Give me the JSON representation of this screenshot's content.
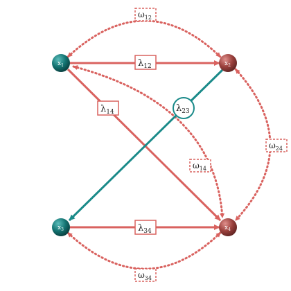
{
  "colors": {
    "red": "#d9625f",
    "teal": "#1a8a89",
    "teal_dark": "#0f5555",
    "maroon": "#a94a46",
    "white": "#ffffff"
  },
  "nodes": {
    "x1": {
      "base": "x",
      "sub": "1"
    },
    "x2": {
      "base": "x",
      "sub": "2"
    },
    "x3": {
      "base": "x",
      "sub": "3"
    },
    "x4": {
      "base": "x",
      "sub": "4"
    }
  },
  "edges": {
    "lambda12": {
      "base": "λ",
      "sub": "12"
    },
    "lambda14": {
      "base": "λ",
      "sub": "14"
    },
    "lambda23": {
      "base": "λ",
      "sub": "23"
    },
    "lambda34": {
      "base": "λ",
      "sub": "34"
    },
    "omega12": {
      "base": "ω",
      "sub": "12"
    },
    "omega14": {
      "base": "ω",
      "sub": "14"
    },
    "omega24": {
      "base": "ω",
      "sub": "24"
    },
    "omega34": {
      "base": "ω",
      "sub": "34"
    }
  }
}
